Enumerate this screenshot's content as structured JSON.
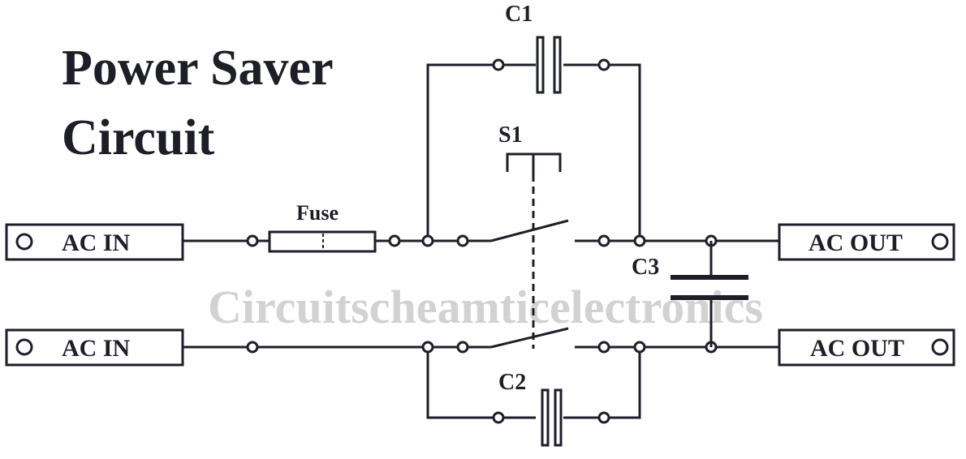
{
  "title": {
    "line1": "Power Saver",
    "line2": "Circuit"
  },
  "watermark": "Circuitscheamticelectronics",
  "labels": {
    "c1": "C1",
    "c2": "C2",
    "c3": "C3",
    "s1": "S1",
    "fuse": "Fuse",
    "ac_in_top": "AC IN",
    "ac_in_bottom": "AC IN",
    "ac_out_top": "AC OUT",
    "ac_out_bottom": "AC OUT"
  },
  "colors": {
    "ink": "#1e1e28",
    "watermark": "#d2d2d2"
  }
}
